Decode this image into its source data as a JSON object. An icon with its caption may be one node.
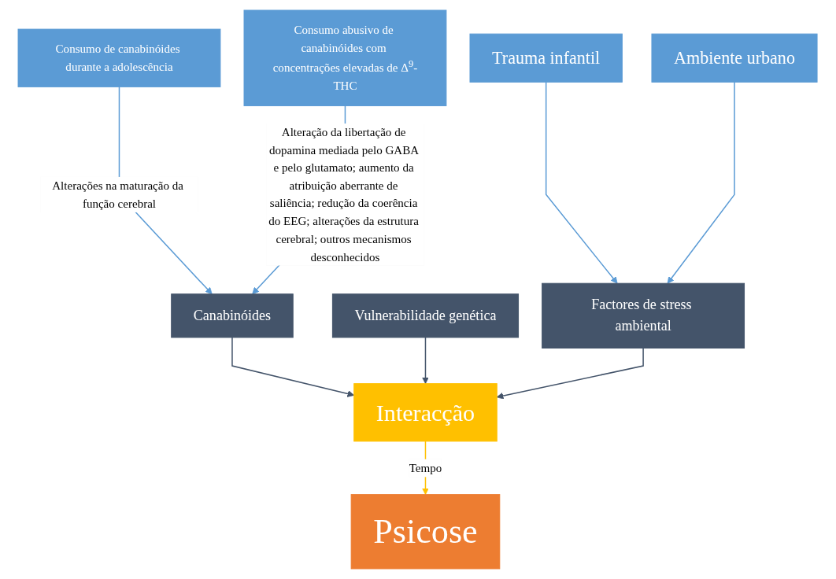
{
  "diagram": {
    "nodes": [
      {
        "text": [
          "Consumo de canabinóides durante a adolescência"
        ]
      },
      {
        "text": [
          "Consumo abusivo de canabinóides com concentrações elevadas de Δ$^{9}$-THC"
        ]
      },
      {
        "text": [
          "Trauma infantil"
        ]
      },
      {
        "text": [
          "Ambiente urbano"
        ]
      },
      {
        "text": [
          "Canabinóides"
        ]
      },
      {
        "text": [
          "Vulnerabilidade genética"
        ]
      },
      {
        "text": [
          "Factores de stress ambiental"
        ]
      },
      {
        "text": [
          "Interacção"
        ]
      },
      {
        "text": [
          "Psicose"
        ]
      }
    ],
    "edges": [
      {
        "from": 0,
        "to": 4,
        "arrow": "to",
        "label": "Alterações na maturação da função cerebral"
      },
      {
        "from": 1,
        "to": 4,
        "arrow": "to",
        "label": "Alteração da libertação de dopamina mediada pelo GABA e pelo glutamato; aumento da atribuição aberrante de saliência; redução da coerência do EEG; alterações da estrutura cerebral; outros mecanismos desconhecidos"
      },
      {
        "from": 2,
        "to": 6,
        "arrow": "to"
      },
      {
        "from": 3,
        "to": 6,
        "arrow": "to"
      },
      {
        "from": 4,
        "to": 7,
        "arrow": "to",
        "color": "#44546a"
      },
      {
        "from": 5,
        "to": 7,
        "arrow": "to",
        "color": "#44546a"
      },
      {
        "from": 6,
        "to": 7,
        "arrow": "to",
        "color": "#44546a"
      },
      {
        "from": 7,
        "to": 8,
        "arrow": "to",
        "label": "Tempo",
        "color": "#ffc000"
      }
    ]
  }
}
